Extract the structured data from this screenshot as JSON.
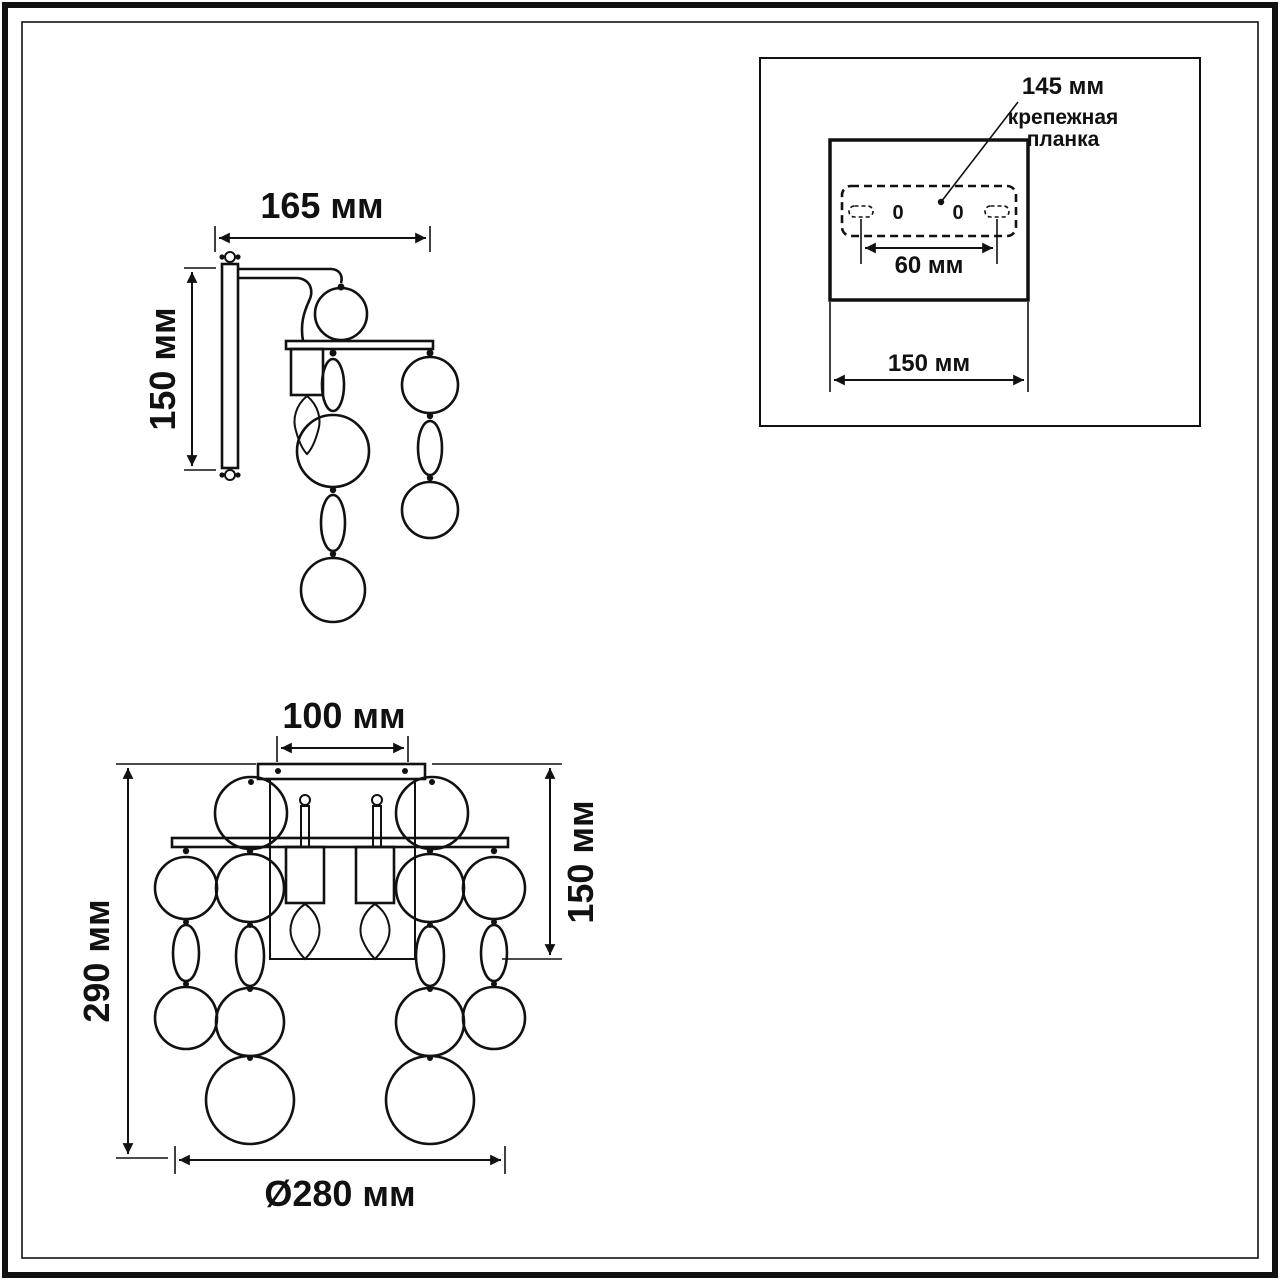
{
  "colors": {
    "ink": "#111111",
    "background": "#ffffff"
  },
  "side_view": {
    "width_label": "165 мм",
    "height_label": "150 мм"
  },
  "mount_detail": {
    "plate_offset_label": "145 мм",
    "plate_caption_line1": "крепежная",
    "plate_caption_line2": "планка",
    "hole_spacing_label": "60 мм",
    "plate_width_label": "150 мм",
    "hole_left_mark": "0",
    "hole_right_mark": "0"
  },
  "front_view": {
    "canopy_width_label": "100 мм",
    "body_height_label": "150 мм",
    "overall_height_label": "290 мм",
    "diameter_label": "Ø280 мм"
  }
}
